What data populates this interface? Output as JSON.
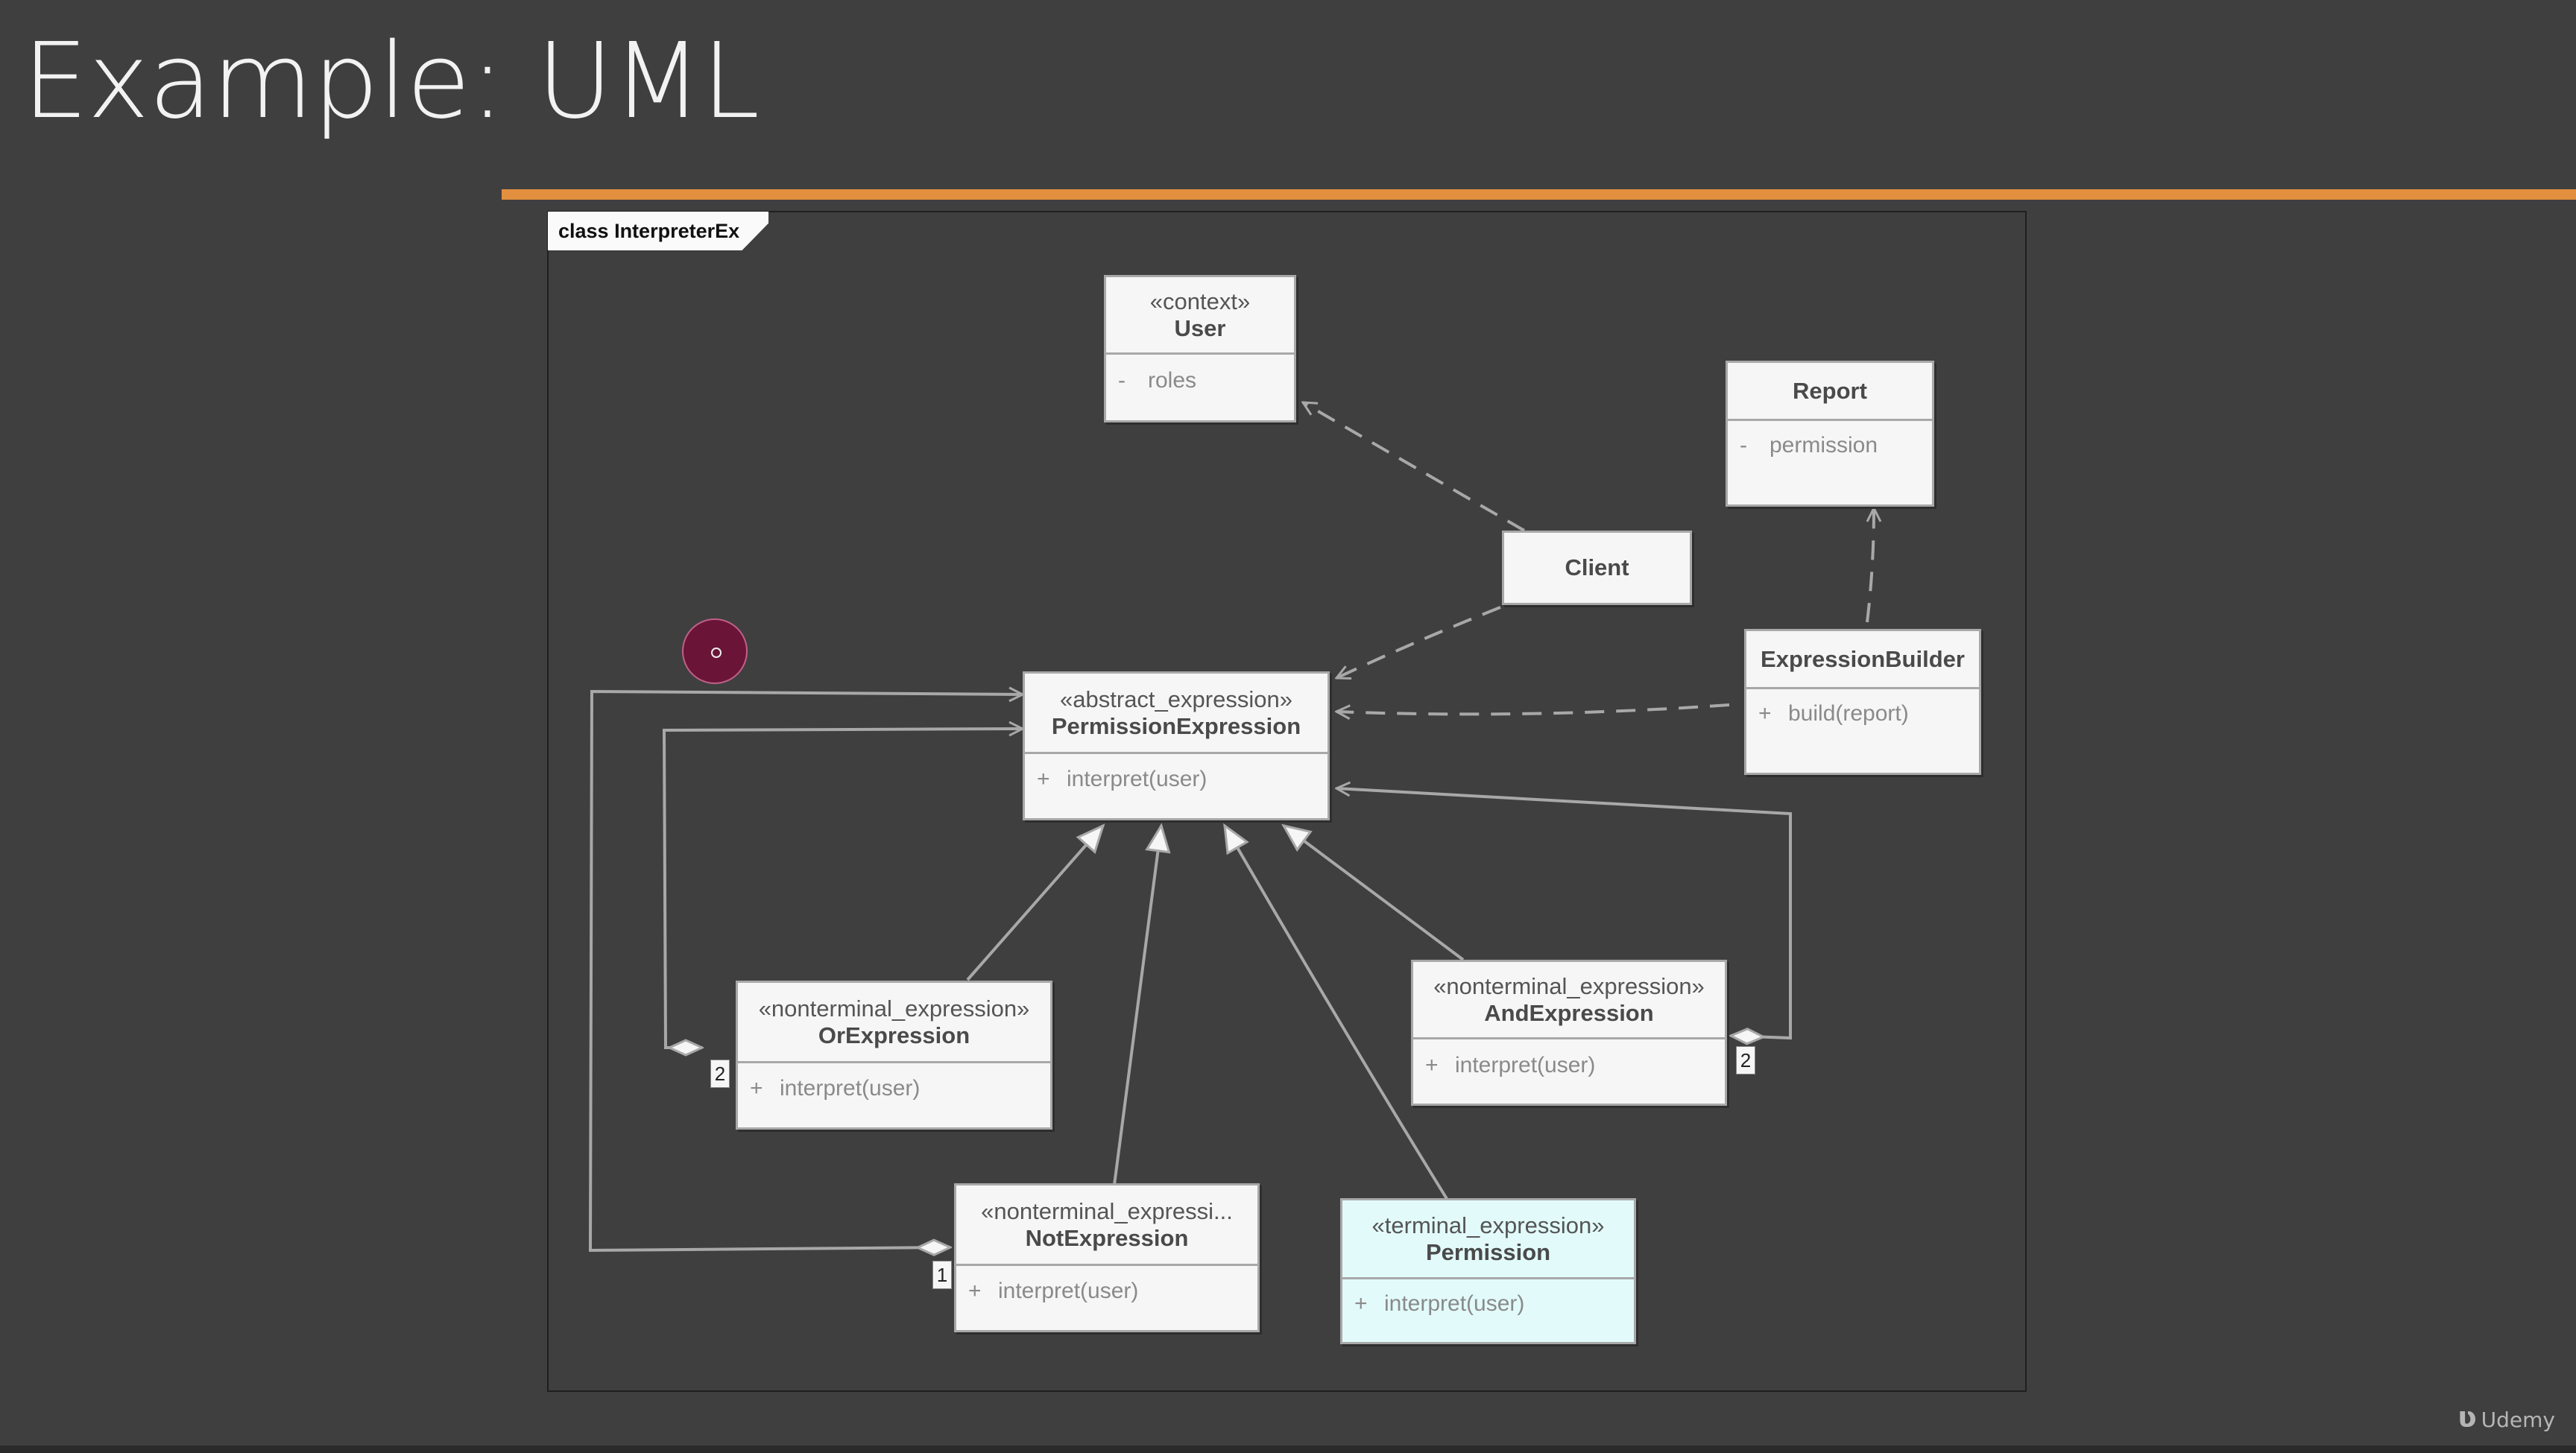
{
  "slide": {
    "title": "Example: UML"
  },
  "diagram": {
    "frame_label": "class InterpreterEx",
    "classes": {
      "user": {
        "stereotype": "«context»",
        "name": "User",
        "member_vis": "-",
        "member": "roles"
      },
      "report": {
        "name": "Report",
        "member_vis": "-",
        "member": "permission"
      },
      "client": {
        "name": "Client"
      },
      "expression_builder": {
        "name": "ExpressionBuilder",
        "member_vis": "+",
        "member": "build(report)"
      },
      "permission_expression": {
        "stereotype": "«abstract_expression»",
        "name": "PermissionExpression",
        "member_vis": "+",
        "member": "interpret(user)"
      },
      "or_expression": {
        "stereotype": "«nonterminal_expression»",
        "name": "OrExpression",
        "member_vis": "+",
        "member": "interpret(user)"
      },
      "and_expression": {
        "stereotype": "«nonterminal_expression»",
        "name": "AndExpression",
        "member_vis": "+",
        "member": "interpret(user)"
      },
      "not_expression": {
        "stereotype": "«nonterminal_expressi...",
        "name": "NotExpression",
        "member_vis": "+",
        "member": "interpret(user)"
      },
      "permission": {
        "stereotype": "«terminal_expression»",
        "name": "Permission",
        "member_vis": "+",
        "member": "interpret(user)",
        "fill": "#e2fafa"
      }
    },
    "multiplicities": {
      "or": "2",
      "and": "2",
      "not": "1"
    }
  },
  "brand": {
    "logo": "ʋ",
    "name": "Udemy"
  },
  "colors": {
    "background": "#3f3f3f",
    "accent_rule": "#e28f3f",
    "connector": "#a8a8a8",
    "cursor": "#6a1538"
  }
}
